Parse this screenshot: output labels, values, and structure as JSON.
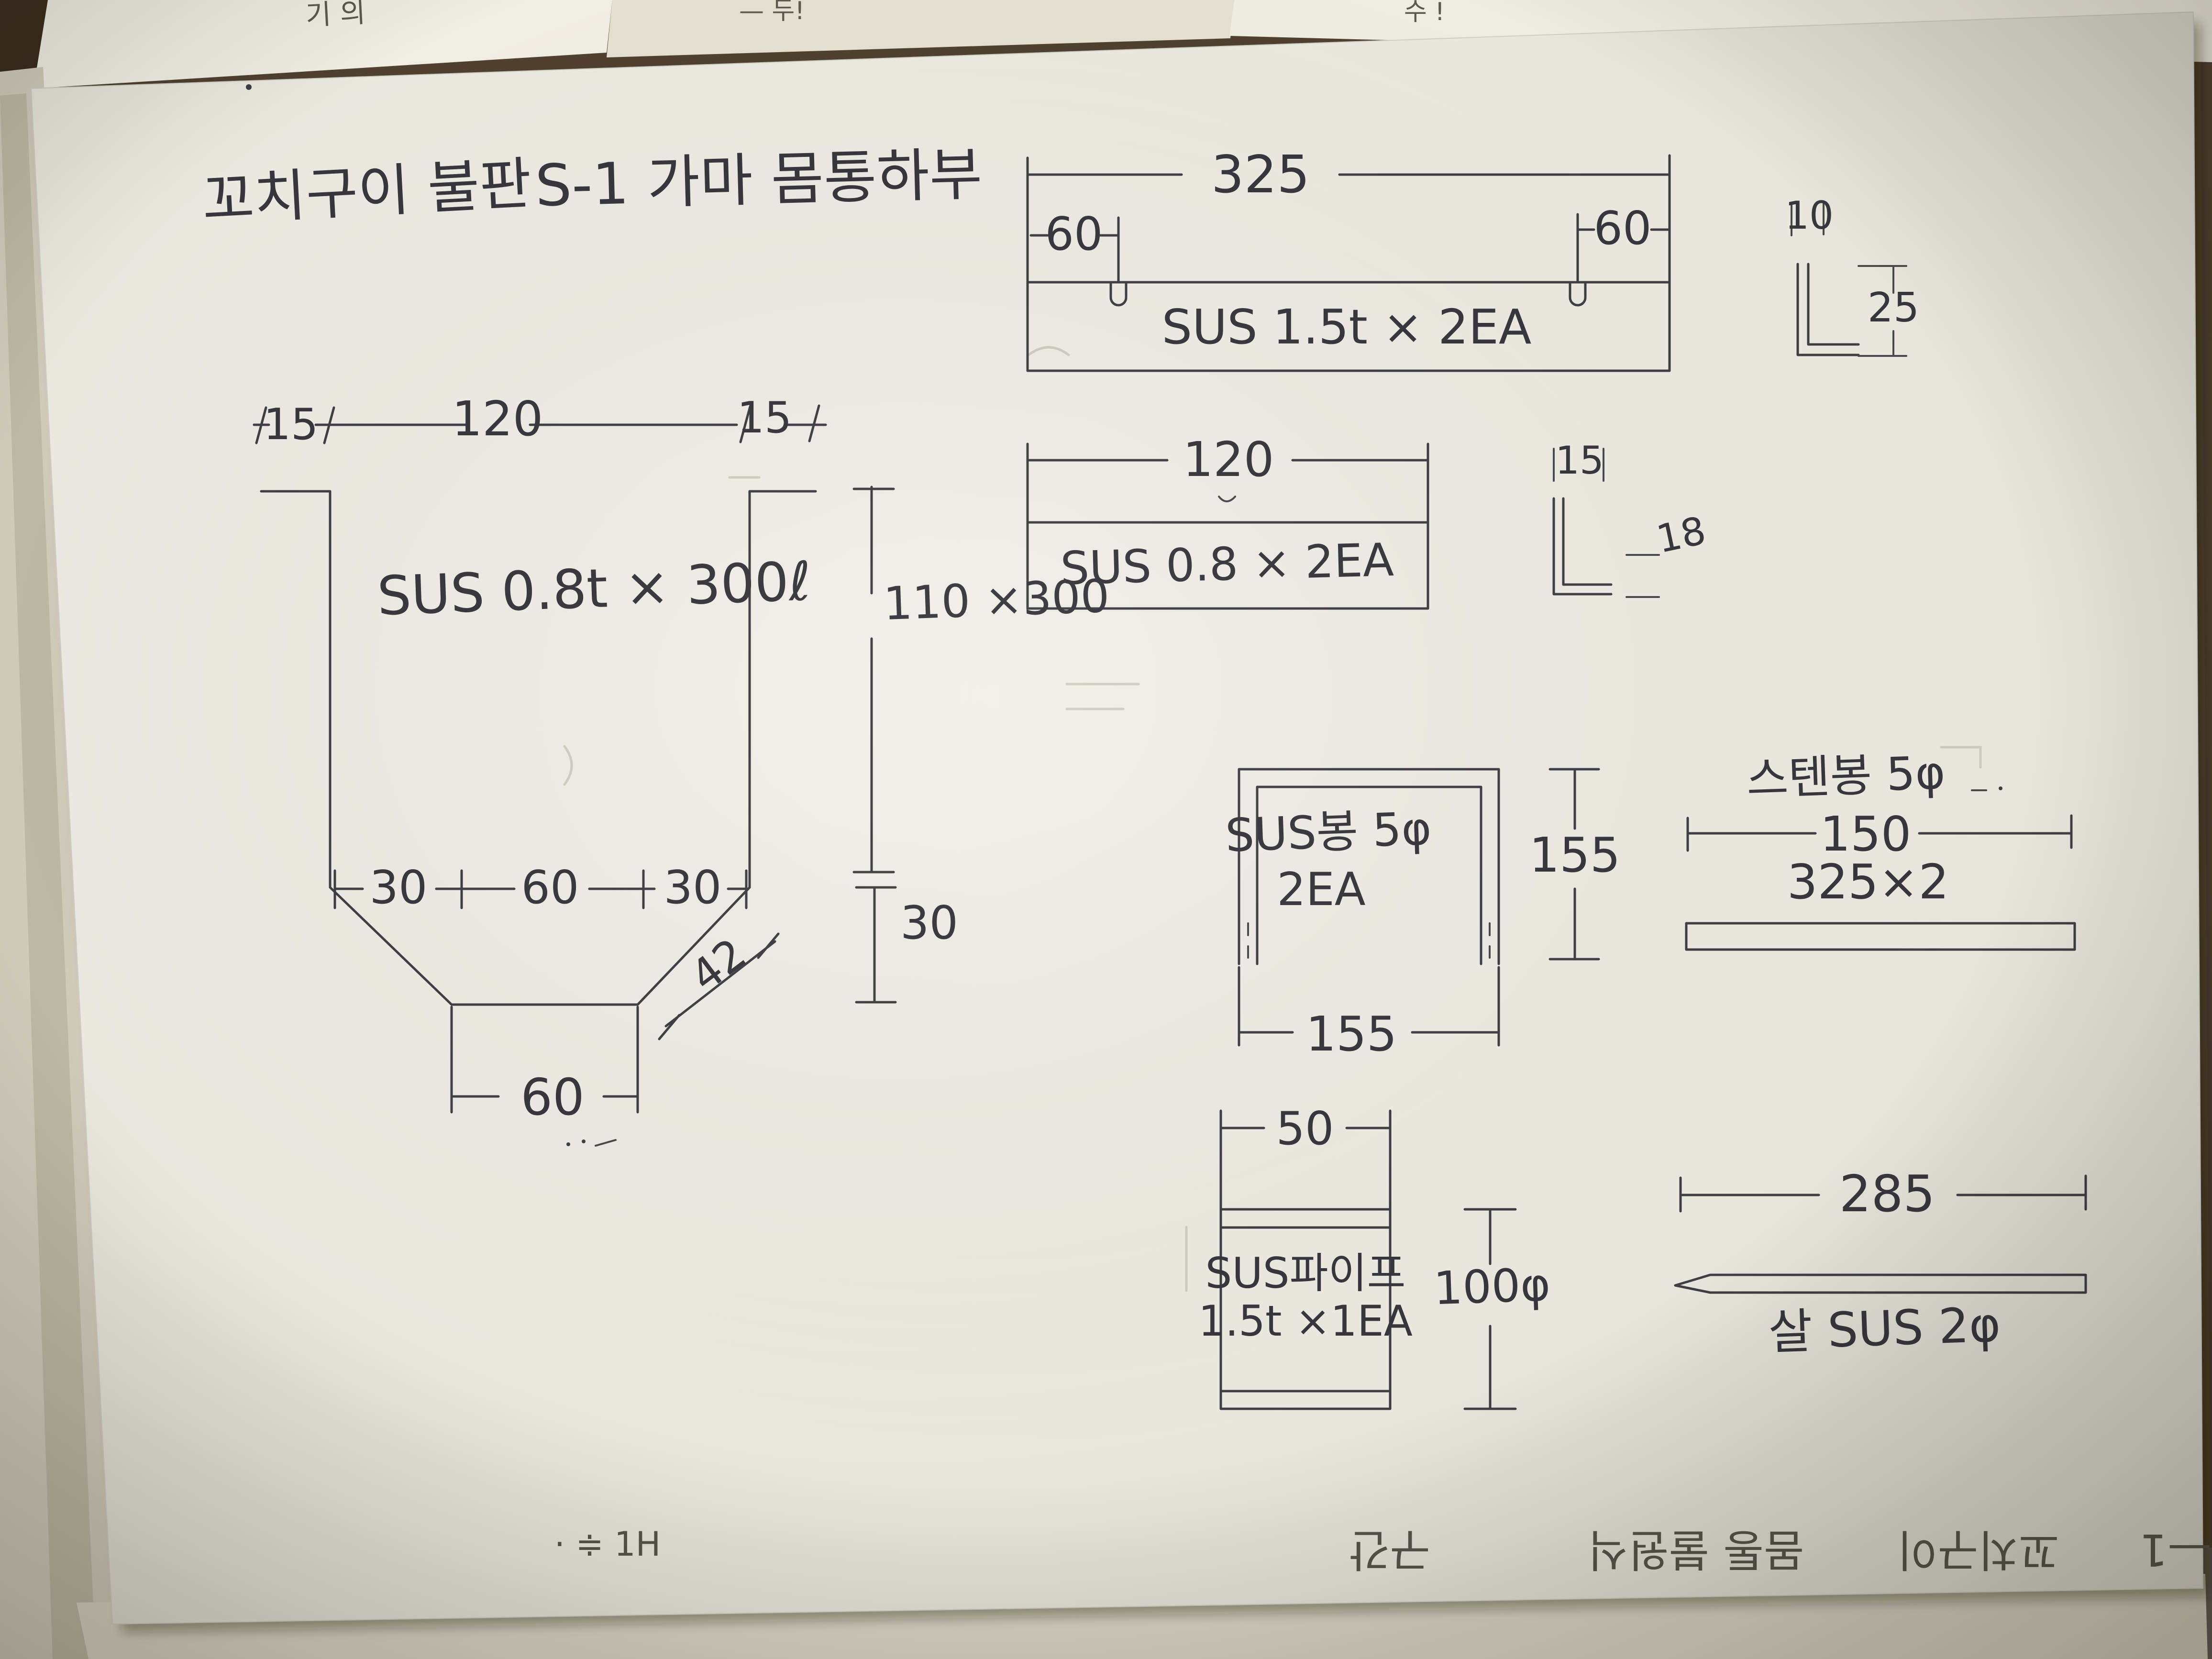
{
  "colors": {
    "paper": "#e9e8df",
    "ink": "#3f3e43",
    "desk": "#4f4030",
    "faint_bleed": "#a9a698"
  },
  "header": {
    "title_left": "꼬치구이 불판",
    "title_right": "S-1 가마 몸통하부"
  },
  "flat_bar_325": {
    "dim_total": "325",
    "dim_left": "60",
    "dim_right": "60",
    "label": "SUS 1.5t × 2EA",
    "section_dim_top": "10",
    "section_dim_side": "25"
  },
  "flat_bar_120": {
    "dim_total": "120",
    "label": "SUS 0.8 × 2EA",
    "section_dim_top": "15",
    "section_dim_side": "18"
  },
  "channel": {
    "dim_flange_left": "15",
    "dim_top": "120",
    "dim_flange_right": "15",
    "label": "SUS 0.8t × 300ℓ",
    "dim_side": "110 ×300",
    "dim_bottom_left": "30",
    "dim_bottom_mid": "60",
    "dim_bottom_right": "30",
    "dim_slope_height": "30",
    "dim_slope": "42",
    "dim_base": "60"
  },
  "u_rod": {
    "label_line1": "SUS봉 5φ",
    "label_line2": "2EA",
    "dim_height": "155",
    "dim_width": "155"
  },
  "stain_rod": {
    "label": "스텐봉 5φ",
    "dim_length": "150",
    "dim_note": "325×2"
  },
  "pipe": {
    "dim_width": "50",
    "label_line1": "SUS파이프",
    "label_line2": "1.5t ×1EA",
    "dim_diameter": "100φ"
  },
  "skewer": {
    "dim_length": "285",
    "label": "살 SUS 2φ"
  },
  "reverse_side_text": {
    "t1": "· ≑ 1H",
    "t2": "구간",
    "t3": "몸통 불원식",
    "t4": "꼬치구이",
    "t5": "—1"
  },
  "scrap_notes": {
    "s1": "기 의",
    "s2": "— 두!",
    "s3": "수 !"
  }
}
